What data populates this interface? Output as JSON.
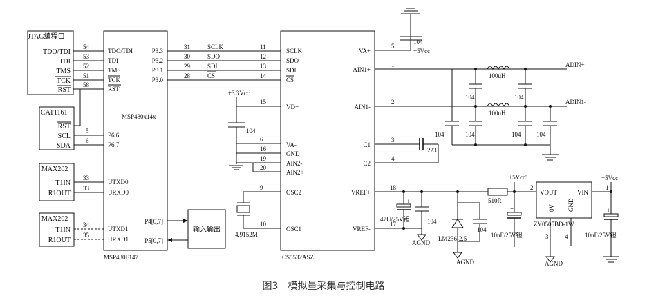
{
  "blocks": {
    "jtag_title": "JTAG编程口",
    "jtag_pins": [
      "TDO/TDI",
      "TDI",
      "TMS",
      "TCK",
      "RST"
    ],
    "cat_title": "CAT1161",
    "cat_pins": [
      "RST",
      "SCL",
      "SDA"
    ],
    "max1_title": "MAX202",
    "max1_pins": [
      "T1IN",
      "R1OUT"
    ],
    "max2_title": "MAX202",
    "max2_pins": [
      "T1IN",
      "R1OUT"
    ],
    "mcu_inner": "MSP430x14x",
    "mcu_name": "MSP430F147",
    "mcu_left_pins": [
      "TDO/TDI",
      "TDI",
      "TMS",
      "TCK",
      "RST",
      "P6.6",
      "P6.7",
      "UTXD0",
      "URXD0",
      "UTXD1",
      "URXD1"
    ],
    "mcu_right_pins": [
      "P3.3",
      "P3.2",
      "P3.1",
      "P3.0",
      "P4[0,7]",
      "P5[0,7]"
    ],
    "io_box": "输入输出",
    "adc_name": "CS5532ASZ",
    "adc_left_pins": [
      "SCLK",
      "SDO",
      "SDI",
      "CS",
      "VD+",
      "VA-",
      "GND",
      "AIN2-",
      "AIN2+",
      "OSC2",
      "OSC1"
    ],
    "adc_right_pins": [
      "VA+",
      "AIN1+",
      "AIN1-",
      "C1",
      "C2",
      "VREF+",
      "VREF-"
    ],
    "ref_chip": "ZY0505BD-1W",
    "ref_pins": [
      "VOUT",
      "VIN",
      "0V",
      "GND"
    ]
  },
  "pin_numbers": {
    "jtag": [
      "54",
      "53",
      "52",
      "51",
      "58"
    ],
    "cat": [
      "5",
      "6"
    ],
    "uart0": [
      "33",
      "33"
    ],
    "uart1": [
      "34",
      "35"
    ],
    "spi_mcu": [
      "31",
      "30",
      "29",
      "28"
    ],
    "spi_adc": [
      "11",
      "12",
      "13",
      "14"
    ],
    "adc_left": [
      "15",
      "6",
      "16",
      "19",
      "20",
      "9",
      "10"
    ],
    "adc_right": [
      "5",
      "1",
      "2",
      "3",
      "4",
      "18",
      "17"
    ],
    "ref": [
      "2",
      "1",
      "3",
      "4"
    ]
  },
  "nets": {
    "spi": [
      "SCLK",
      "SDO",
      "SDI",
      "CS"
    ],
    "vcc33": "+3.3Vcc",
    "vcc5": "+5Vcc",
    "vcc5b": "+5Vcc'",
    "vcc5c": "+5Vcc",
    "adin_p": "ADIN+",
    "adin_n": "ADIN1-",
    "agnd": "AGND"
  },
  "components": {
    "c104": "104",
    "c223": "223",
    "l100u": "100uH",
    "xtal": "4.9152M",
    "r510": "510R",
    "c47u": "47U/25V钽",
    "zener": "LM236-2.5",
    "c10u_a": "10uF/25V钽",
    "c10u_b": "10uF/25V钽",
    "plus": "+"
  },
  "caption": "图3　模拟量采集与控制电路"
}
